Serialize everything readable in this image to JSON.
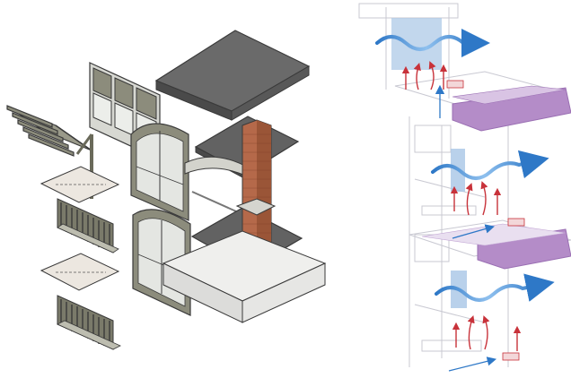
{
  "figure": {
    "left_panel": {
      "view": "exploded-axonometric",
      "components": [
        "slatted-canopy",
        "floor-plate",
        "balcony-railing",
        "window-frame",
        "arched-door-frame",
        "floor-slab",
        "brick-column",
        "base-plinth"
      ]
    },
    "right_panel": {
      "view": "ventilation-section",
      "flows": [
        "airflow-wave",
        "heat-rise-arrow",
        "fresh-air-inlet"
      ]
    },
    "colors": {
      "line": "#3a3a3a",
      "slab": "#5b5b5b",
      "slab_top": "#6a6a6a",
      "brick": "#b5694a",
      "frame": "#8c8c7c",
      "glass": "#e4e6e2",
      "ghost_line": "#c9c9d2",
      "purple": "#b48cc8",
      "purple_dark": "#9a6fb3",
      "air_blue": "#2e78c7",
      "heat_red": "#c8323a",
      "window_blue": "#a8c6e6"
    }
  }
}
